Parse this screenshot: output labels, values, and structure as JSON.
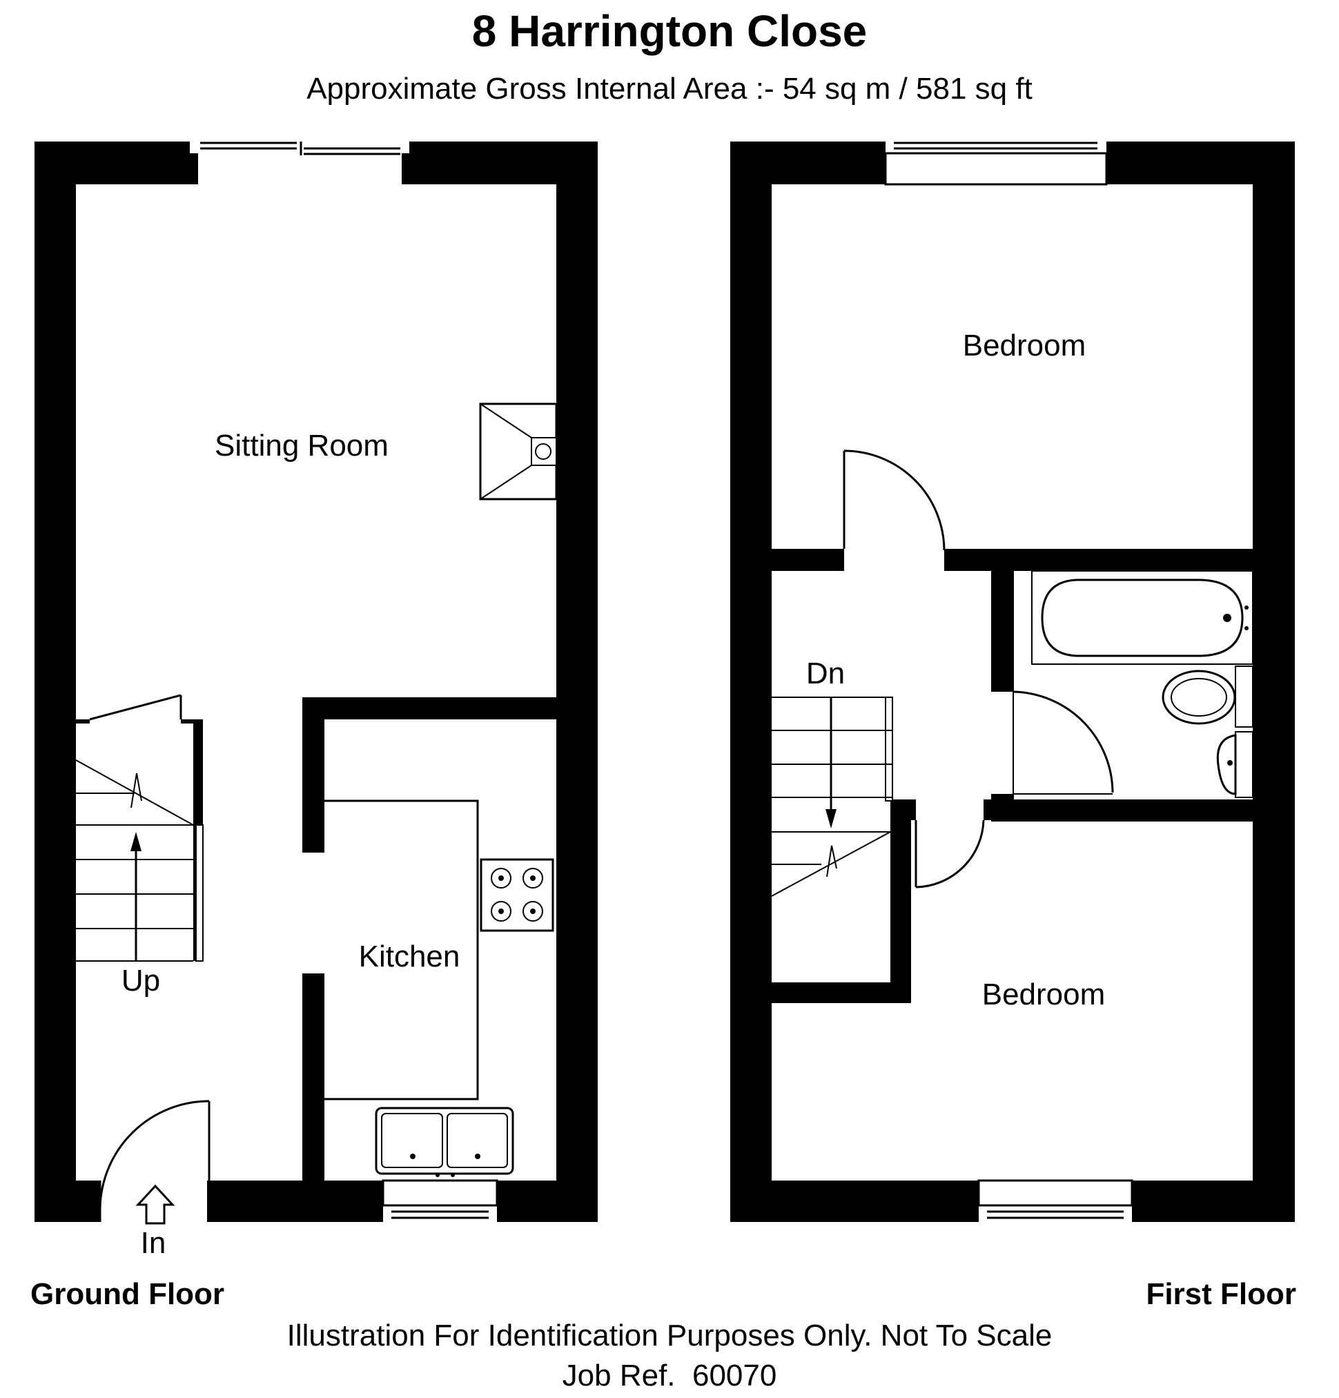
{
  "header": {
    "title": "8 Harrington Close",
    "area": "Approximate Gross Internal Area :- 54 sq m / 581 sq ft"
  },
  "ground_floor": {
    "label": "Ground Floor",
    "rooms": {
      "sitting_room": "Sitting Room",
      "kitchen": "Kitchen"
    },
    "stairs_label": "Up",
    "entrance_label": "In"
  },
  "first_floor": {
    "label": "First Floor",
    "rooms": {
      "bedroom_front": "Bedroom",
      "bedroom_rear": "Bedroom"
    },
    "stairs_label": "Dn"
  },
  "footer": {
    "disclaimer": "Illustration For Identification Purposes Only. Not To Scale",
    "job_ref": "Job Ref.  60070"
  }
}
